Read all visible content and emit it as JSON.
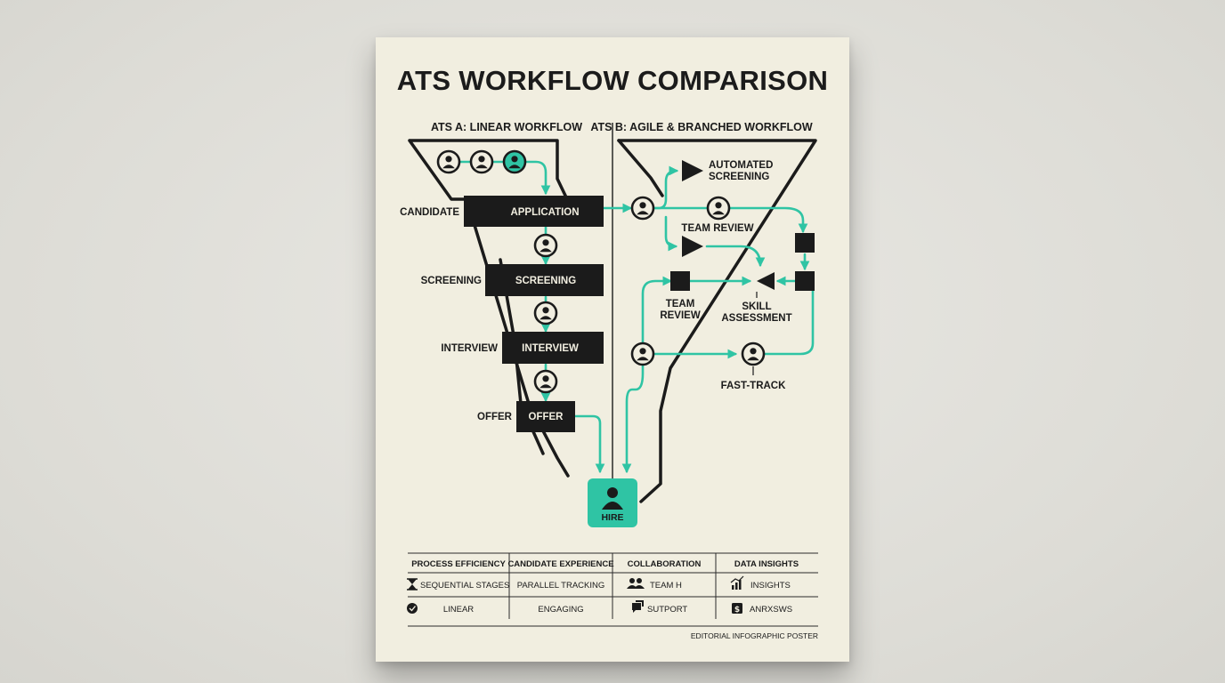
{
  "title": "ATS WORKFLOW COMPARISON",
  "left_panel": {
    "heading": "ATS A: LINEAR WORKFLOW",
    "side_labels": [
      "CANDIDATE",
      "SCREENING",
      "INTERVIEW",
      "OFFER"
    ],
    "stages": [
      "APPLICATION",
      "SCREENING",
      "INTERVIEW",
      "OFFER"
    ]
  },
  "right_panel": {
    "heading": "ATS B: AGILE & BRANCHED WORKFLOW",
    "automated_screening": "AUTOMATED\nSCREENING",
    "team_review_top": "TEAM REVIEW",
    "team_review_mid": "TEAM\nREVIEW",
    "skill_assessment": "SKILL\nASSESSMENT",
    "fast_track": "FAST-TRACK"
  },
  "hire_label": "HIRE",
  "table": {
    "headers": [
      "PROCESS EFFICIENCY",
      "CANDIDATE EXPERIENCE",
      "COLLABORATION",
      "DATA INSIGHTS"
    ],
    "rows": [
      [
        {
          "icon": "hourglass-icon",
          "text": "SEQUENTIAL STAGES"
        },
        {
          "icon": "",
          "text": "PARALLEL TRACKING"
        },
        {
          "icon": "team-icon",
          "text": "TEAM H"
        },
        {
          "icon": "chart-icon",
          "text": "INSIGHTS"
        }
      ],
      [
        {
          "icon": "check-circle-icon",
          "text": "LINEAR"
        },
        {
          "icon": "",
          "text": "ENGAGING"
        },
        {
          "icon": "chat-icon",
          "text": "SUTPORT"
        },
        {
          "icon": "dollar-icon",
          "text": "ANRXSWS"
        }
      ]
    ]
  },
  "footer": "EDITORIAL INFOGRAPHIC POSTER",
  "colors": {
    "accent": "#2fc4a4",
    "ink": "#1b1b1b",
    "paper": "#f1eee0",
    "background": "#deddd7"
  }
}
